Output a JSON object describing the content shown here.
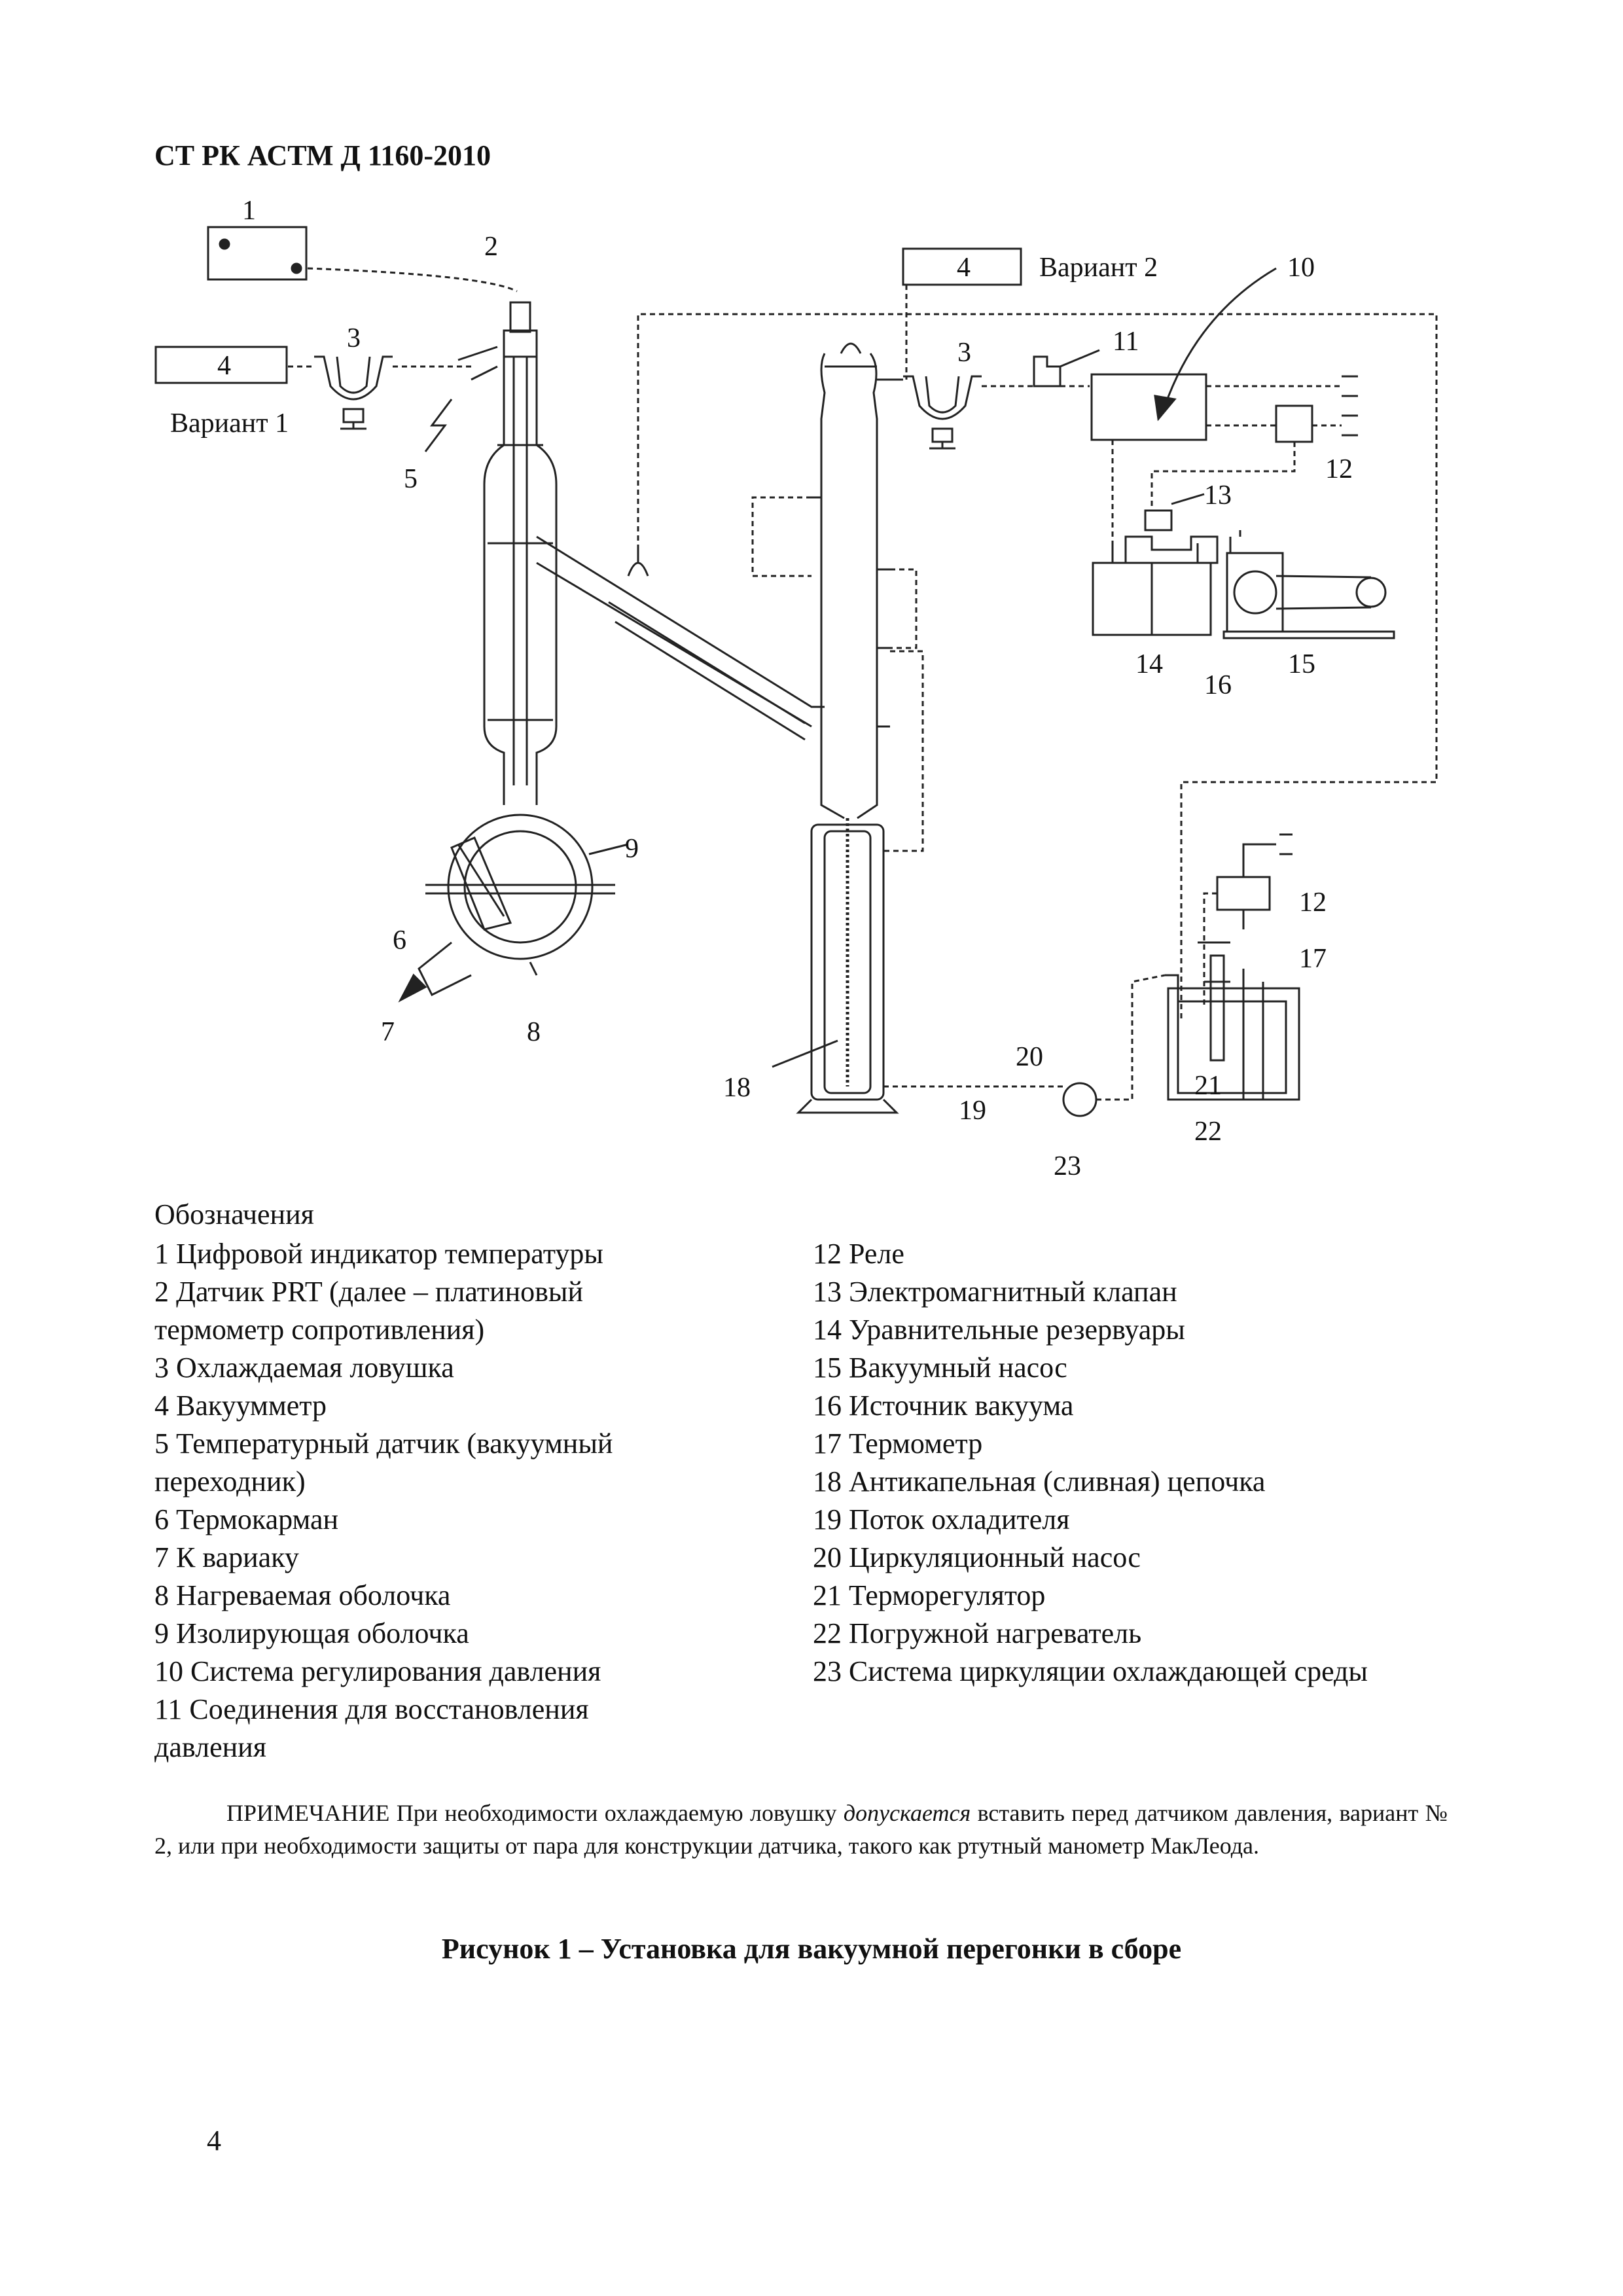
{
  "header": {
    "doc_id": "СТ РК АСТМ Д 1160-2010"
  },
  "figure_labels": {
    "l1": "1",
    "l2": "2",
    "l3a": "3",
    "l3b": "3",
    "l4a": "4",
    "l4b": "4",
    "variant1": "Вариант 1",
    "variant2": "Вариант 2",
    "l5": "5",
    "l6": "6",
    "l7": "7",
    "l8": "8",
    "l9": "9",
    "l10": "10",
    "l11": "11",
    "l12a": "12",
    "l12b": "12",
    "l13": "13",
    "l14": "14",
    "l15": "15",
    "l16": "16",
    "l17": "17",
    "l18": "18",
    "l19": "19",
    "l20": "20",
    "l21": "21",
    "l22": "22",
    "l23": "23"
  },
  "legend": {
    "title": "Обозначения",
    "left": [
      "1 Цифровой индикатор температуры",
      "2 Датчик PRT (далее – платиновый термометр сопротивления)",
      "3 Охлаждаемая ловушка",
      "4 Вакуумметр",
      "5 Температурный датчик (вакуумный переходник)",
      "6 Термокарман",
      "7 К вариаку",
      "8 Нагреваемая оболочка",
      "9 Изолирующая оболочка",
      "10 Система регулирования давления",
      "11 Соединения для восстановления давления"
    ],
    "right": [
      "12 Реле",
      "13 Электромагнитный клапан",
      "14 Уравнительные резервуары",
      "15 Вакуумный насос",
      "16 Источник вакуума",
      "17 Термометр",
      "18 Антикапельная (сливная) цепочка",
      "19 Поток охладителя",
      "20 Циркуляционный насос",
      "21 Терморегулятор",
      "22 Погружной нагреватель",
      "23 Система циркуляции охлаждающей среды"
    ]
  },
  "note": {
    "prefix": "ПРИМЕЧАНИЕ При необходимости охлаждаемую ловушку ",
    "italic": "допускается",
    "suffix": " вставить перед датчиком давления, вариант № 2, или при необходимости защиты от пара для конструкции датчика, такого как ртутный манометр МакЛеода."
  },
  "caption": "Рисунок 1 – Установка для вакуумной перегонки в сборе",
  "page_number": "4"
}
